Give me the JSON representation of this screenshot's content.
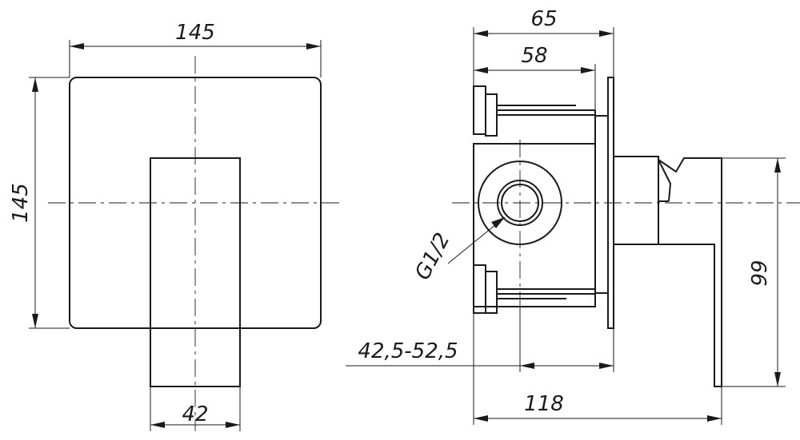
{
  "dimensions": {
    "plate_width": "145",
    "plate_height": "145",
    "lever_width": "42",
    "body_depth_total": "65",
    "body_depth_inner": "58",
    "thread": "G1/2",
    "install_depth": "42,5-52,5",
    "overall_depth": "118",
    "handle_height": "99"
  }
}
